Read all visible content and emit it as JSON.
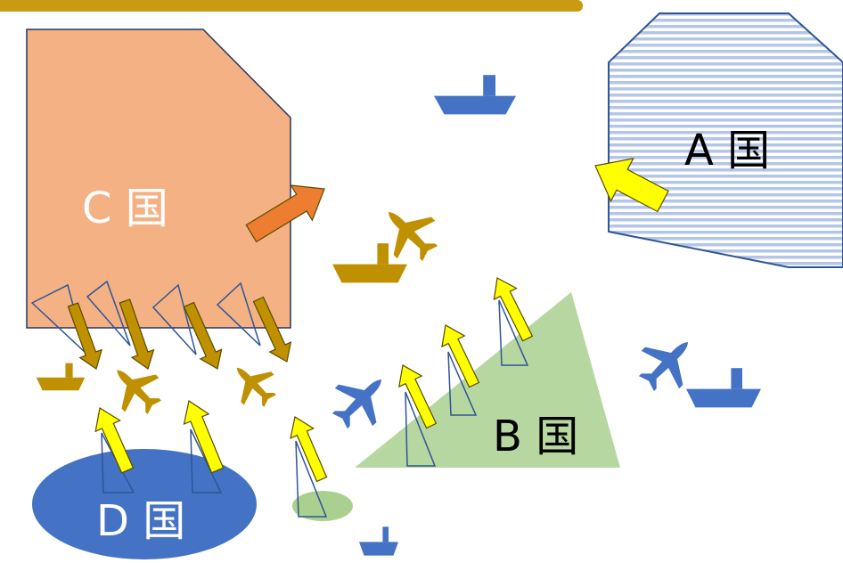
{
  "countries": {
    "a": {
      "label": "A 国",
      "color": "#b4c6e7"
    },
    "b": {
      "label": "B 国",
      "color": "#a9d08e"
    },
    "c": {
      "label": "C 国",
      "color": "#f4b183"
    },
    "d": {
      "label": "D 国",
      "color": "#4472c4"
    }
  },
  "colors": {
    "c_forces": "#bf9000",
    "blue_forces": "#4472c4",
    "yellow_arrow": "#ffff00",
    "orange_arrow": "#ed7d31",
    "header_bar": "#c89b12"
  },
  "icons": {
    "ship": "ship-icon",
    "aircraft": "aircraft-icon",
    "missile": "missile-arrow-icon",
    "radar": "radar-beam-icon"
  }
}
